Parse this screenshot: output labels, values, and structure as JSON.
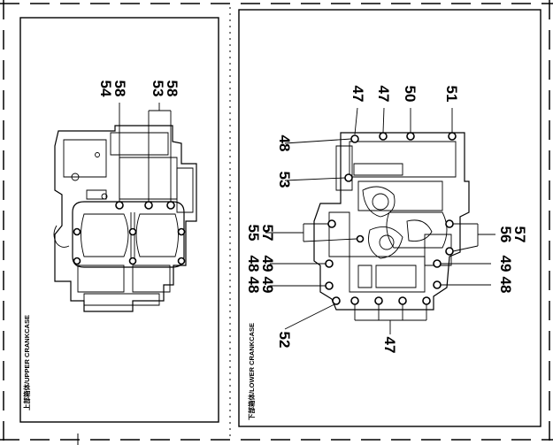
{
  "left_panel": {
    "caption": "上部箱体/UPPER CRANKCASE",
    "labels": [
      "54",
      "58",
      "53",
      "58"
    ]
  },
  "right_panel": {
    "caption": "下部箱体/LOWER CRANKCASE",
    "labels": {
      "top": [
        "47",
        "47",
        "50",
        "51"
      ],
      "left": [
        "48",
        "53",
        "55",
        "57",
        "48",
        "49",
        "48",
        "49",
        "52"
      ],
      "right": [
        "56",
        "57",
        "49",
        "48"
      ],
      "bottom": [
        "47"
      ]
    }
  },
  "colors": {
    "line": "#000000",
    "background": "#ffffff"
  }
}
